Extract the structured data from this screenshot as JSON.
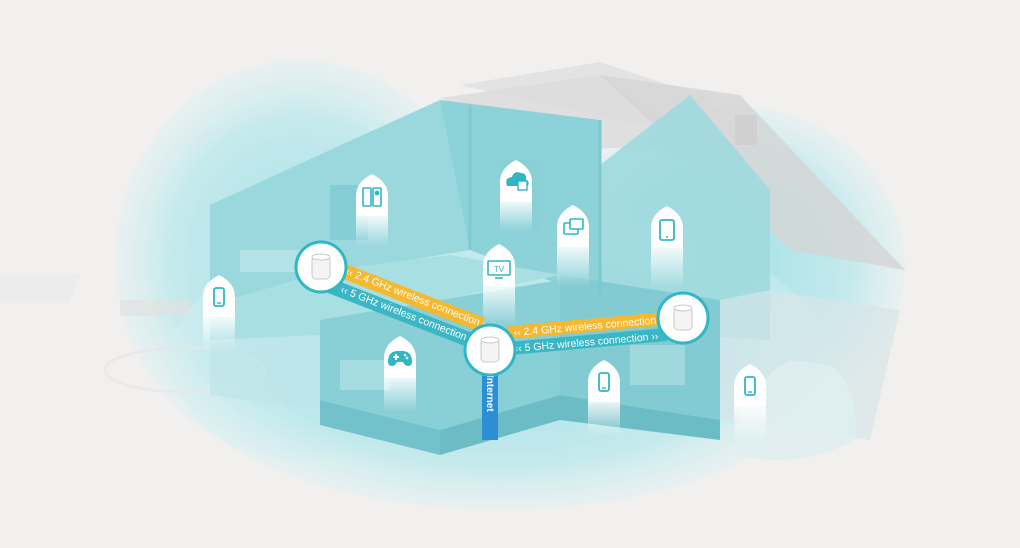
{
  "colors": {
    "background": "#f2f0ef",
    "coverage": "#b8e6ea",
    "house_wall": "#8fd6dc",
    "band_24ghz": "#f5b82e",
    "band_5ghz": "#3bb6c4",
    "internet_line": "#2c8fd6",
    "router_ring": "#2fb7c6"
  },
  "links": {
    "left_24": "‹‹ 2.4 GHz wireless connection ››",
    "left_5": "‹‹ 5 GHz wireless connection ››",
    "right_24": "‹‹ 2.4 GHz wireless connection ››",
    "right_5": "‹‹ 5 GHz wireless connection ››"
  },
  "internet_label": "Internet",
  "routers": [
    {
      "id": "router-left"
    },
    {
      "id": "router-center"
    },
    {
      "id": "router-right"
    }
  ],
  "devices": [
    {
      "icon": "game-console-icon"
    },
    {
      "icon": "cloud-storage-icon"
    },
    {
      "icon": "tablet-icon"
    },
    {
      "icon": "laptop-icon"
    },
    {
      "icon": "tv-icon",
      "text": "TV"
    },
    {
      "icon": "phone-icon"
    },
    {
      "icon": "gamepad-icon"
    },
    {
      "icon": "phone-icon"
    },
    {
      "icon": "phone-icon"
    }
  ]
}
